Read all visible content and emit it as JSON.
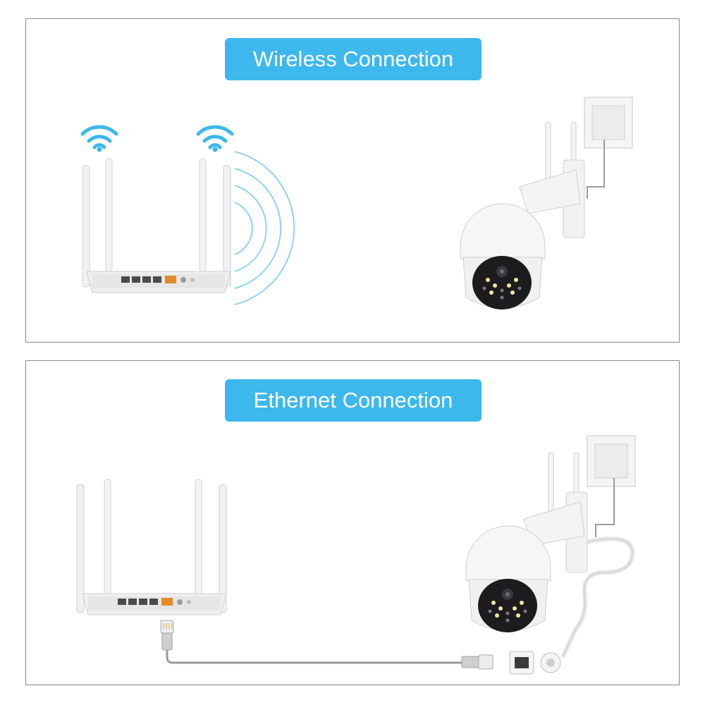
{
  "colors": {
    "accent": "#3db8ec",
    "border": "#8a8a8a",
    "device_white": "#f4f4f4",
    "device_shade": "#d6d6d6",
    "wifi_blue": "#3db8ec",
    "port_orange": "#e38a2a",
    "cable_gray": "#9a9a9a",
    "lens_dark": "#1c1c1f"
  },
  "wireless": {
    "title": "Wireless Connection",
    "icons": [
      "wifi-icon",
      "router-icon",
      "wifi-signal-waves",
      "power-adapter-icon",
      "ip-camera-icon"
    ]
  },
  "ethernet": {
    "title": "Ethernet Connection",
    "icons": [
      "router-icon",
      "rj45-plug-icon",
      "ethernet-cable",
      "power-adapter-icon",
      "ip-camera-icon"
    ]
  }
}
